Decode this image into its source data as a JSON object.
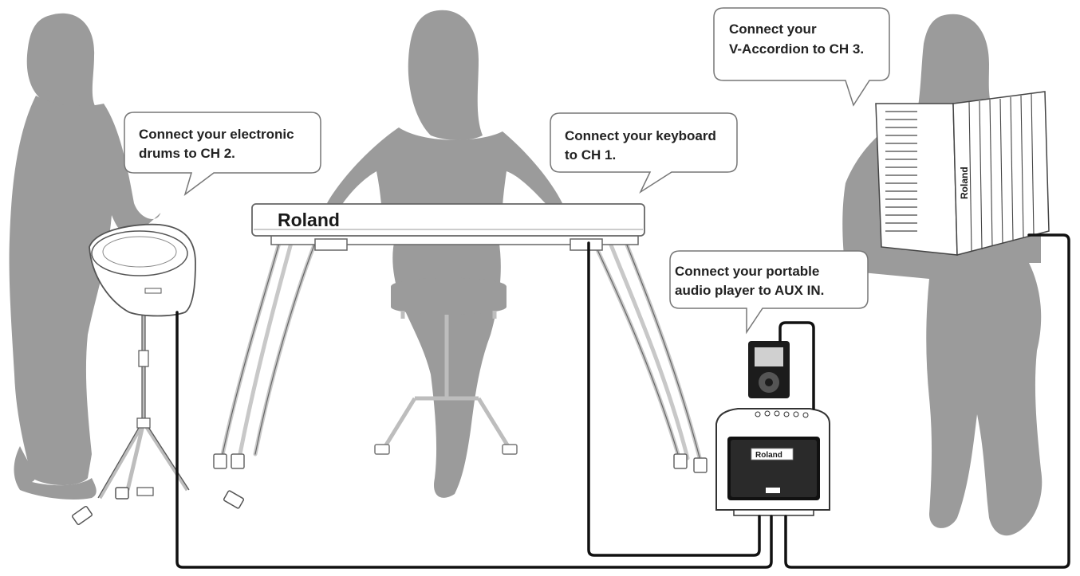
{
  "brand": {
    "keyboard_logo": "Roland",
    "amp_logo": "Roland",
    "accordion_logo": "Roland"
  },
  "callouts": {
    "drums": {
      "line1": "Connect your electronic",
      "line2": "drums to CH 2."
    },
    "keyboard": {
      "line1": "Connect your keyboard",
      "line2": "to CH 1."
    },
    "accordion": {
      "line1": "Connect your",
      "line2": "V-Accordion to CH 3."
    },
    "audio": {
      "line1": "Connect your portable",
      "line2": "audio player to AUX IN."
    }
  },
  "colors": {
    "silhouette": "#9a9a9a",
    "cable": "#111111",
    "bubble_fill": "#ffffff",
    "bubble_stroke": "#777777"
  }
}
